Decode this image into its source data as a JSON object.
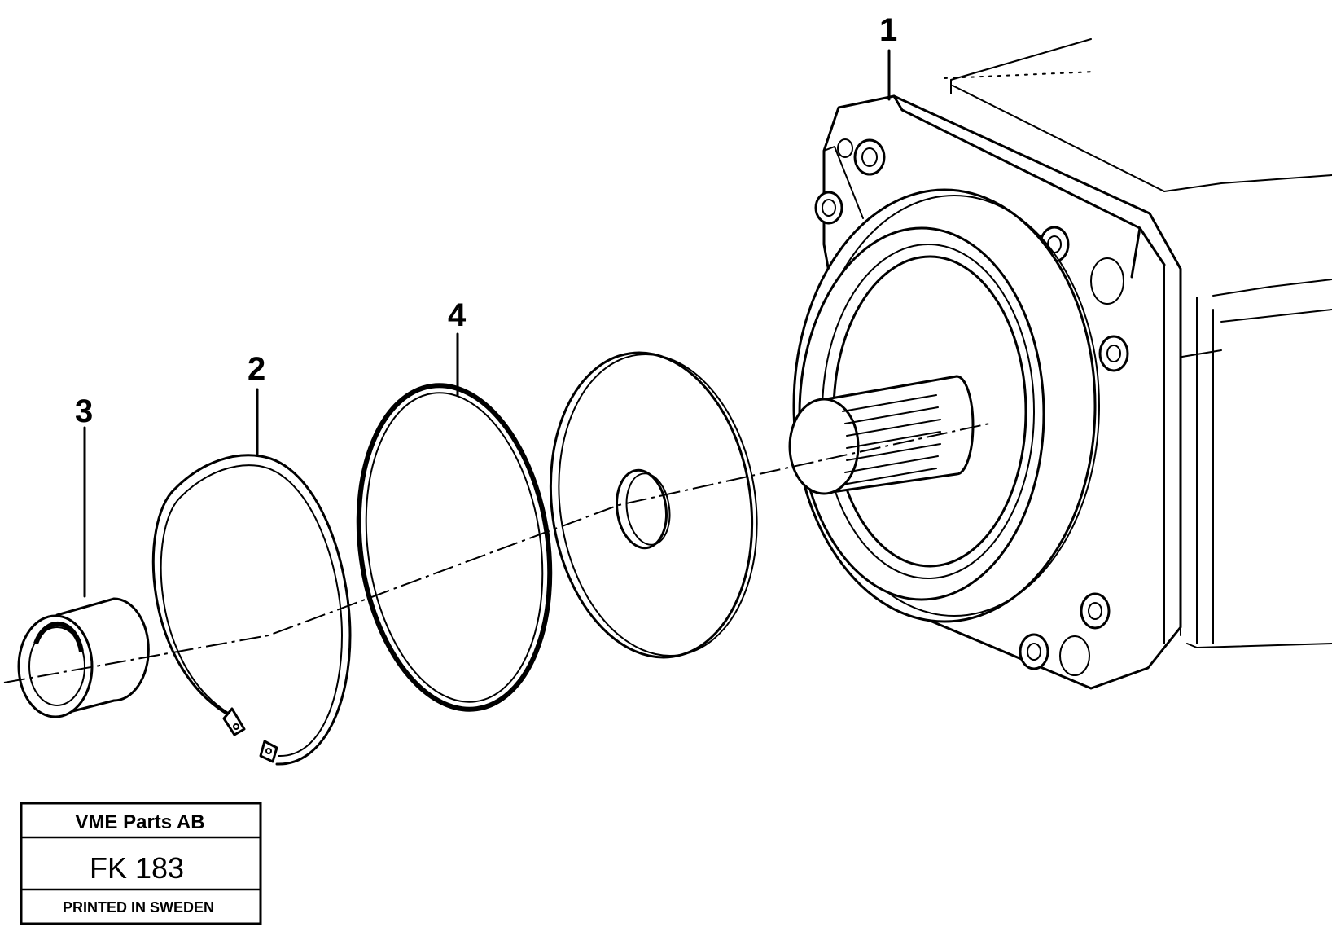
{
  "callouts": {
    "motor": "1",
    "snap_ring": "2",
    "bushing": "3",
    "o_ring": "4"
  },
  "plate": {
    "company": "VME Parts AB",
    "code": "FK 183",
    "footer": "PRINTED IN SWEDEN"
  }
}
